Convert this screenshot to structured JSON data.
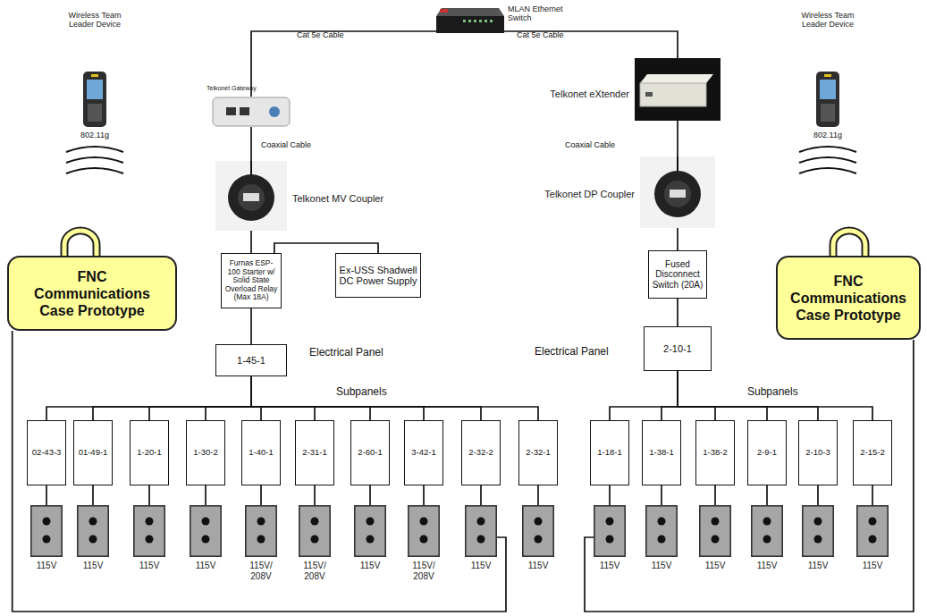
{
  "diagram": {
    "nodes": [
      {
        "text": [
          "MLAN Ethernet Switch"
        ]
      },
      {
        "text": [
          "Wireless Team Leader Device"
        ]
      },
      {
        "text": [
          "Wireless Team Leader Device"
        ]
      },
      {
        "text": [
          "Telkonet Gateway"
        ]
      },
      {
        "text": [
          "Telkonet eXtender"
        ]
      },
      {
        "text": [
          "Telkonet MV Coupler"
        ]
      },
      {
        "text": [
          "Telkonet DP Coupler"
        ]
      },
      {
        "text": [
          "FNC Communications Case Prototype"
        ]
      },
      {
        "text": [
          "Furnas ESP-100 Starter w/ Solid State Overload Relay (Max 18A)"
        ]
      },
      {
        "text": [
          "Ex-USS Shadwell DC Power Supply"
        ]
      },
      {
        "text": [
          "Fused Disconnect Switch (20A)"
        ]
      },
      {
        "text": [
          "FNC Communications Case Prototype"
        ]
      },
      {
        "text": [
          "1-45-1"
        ]
      },
      {
        "text": [
          "2-10-1"
        ]
      },
      {
        "text": [
          "02-43-3"
        ]
      },
      {
        "text": [
          "01-49-1"
        ]
      },
      {
        "text": [
          "1-20-1"
        ]
      },
      {
        "text": [
          "1-30-2"
        ]
      },
      {
        "text": [
          "1-40-1"
        ]
      },
      {
        "text": [
          "2-31-1"
        ]
      },
      {
        "text": [
          "2-60-1"
        ]
      },
      {
        "text": [
          "3-42-1"
        ]
      },
      {
        "text": [
          "2-32-2"
        ]
      },
      {
        "text": [
          "2-32-1"
        ]
      },
      {
        "text": [
          "1-18-1"
        ]
      },
      {
        "text": [
          "1-38-1"
        ]
      },
      {
        "text": [
          "1-38-2"
        ]
      },
      {
        "text": [
          "2-9-1"
        ]
      },
      {
        "text": [
          "2-10-3"
        ]
      },
      {
        "text": [
          "2-15-2"
        ]
      },
      {
        "text": [
          "115V"
        ]
      },
      {
        "text": [
          "115V"
        ]
      },
      {
        "text": [
          "115V"
        ]
      },
      {
        "text": [
          "115V"
        ]
      },
      {
        "text": [
          "115V/ 208V"
        ]
      },
      {
        "text": [
          "115V/ 208V"
        ]
      },
      {
        "text": [
          "115V"
        ]
      },
      {
        "text": [
          "115V/ 208V"
        ]
      },
      {
        "text": [
          "115V"
        ]
      },
      {
        "text": [
          "115V"
        ]
      },
      {
        "text": [
          "115V"
        ]
      },
      {
        "text": [
          "115V"
        ]
      },
      {
        "text": [
          "115V"
        ]
      },
      {
        "text": [
          "115V"
        ]
      },
      {
        "text": [
          "115V"
        ]
      },
      {
        "text": [
          "115V"
        ]
      }
    ],
    "edges": [
      {
        "from": 0,
        "to": 3,
        "arrow": "none",
        "label": "Cat 5e Cable"
      },
      {
        "from": 0,
        "to": 4,
        "arrow": "none",
        "label": "Cat 5e Cable"
      },
      {
        "from": 3,
        "to": 5,
        "arrow": "none",
        "label": "Coaxial Cable"
      },
      {
        "from": 4,
        "to": 6,
        "arrow": "none",
        "label": "Coaxial Cable"
      },
      {
        "from": 5,
        "to": 8,
        "arrow": "none"
      },
      {
        "from": 8,
        "to": 9,
        "arrow": "none"
      },
      {
        "from": 6,
        "to": 10,
        "arrow": "none"
      },
      {
        "from": 8,
        "to": 12,
        "arrow": "none"
      },
      {
        "from": 10,
        "to": 13,
        "arrow": "none"
      },
      {
        "from": 12,
        "to": 14,
        "arrow": "none"
      },
      {
        "from": 12,
        "to": 15,
        "arrow": "none"
      },
      {
        "from": 12,
        "to": 16,
        "arrow": "none"
      },
      {
        "from": 12,
        "to": 17,
        "arrow": "none"
      },
      {
        "from": 12,
        "to": 18,
        "arrow": "none"
      },
      {
        "from": 12,
        "to": 19,
        "arrow": "none"
      },
      {
        "from": 12,
        "to": 20,
        "arrow": "none"
      },
      {
        "from": 12,
        "to": 21,
        "arrow": "none"
      },
      {
        "from": 12,
        "to": 22,
        "arrow": "none"
      },
      {
        "from": 12,
        "to": 23,
        "arrow": "none"
      },
      {
        "from": 13,
        "to": 24,
        "arrow": "none"
      },
      {
        "from": 13,
        "to": 25,
        "arrow": "none"
      },
      {
        "from": 13,
        "to": 26,
        "arrow": "none"
      },
      {
        "from": 13,
        "to": 27,
        "arrow": "none"
      },
      {
        "from": 13,
        "to": 28,
        "arrow": "none"
      },
      {
        "from": 13,
        "to": 29,
        "arrow": "none"
      },
      {
        "from": 14,
        "to": 30,
        "arrow": "none"
      },
      {
        "from": 15,
        "to": 31,
        "arrow": "none"
      },
      {
        "from": 16,
        "to": 32,
        "arrow": "none"
      },
      {
        "from": 17,
        "to": 33,
        "arrow": "none"
      },
      {
        "from": 18,
        "to": 34,
        "arrow": "none"
      },
      {
        "from": 19,
        "to": 35,
        "arrow": "none"
      },
      {
        "from": 20,
        "to": 36,
        "arrow": "none"
      },
      {
        "from": 21,
        "to": 37,
        "arrow": "none"
      },
      {
        "from": 22,
        "to": 38,
        "arrow": "none"
      },
      {
        "from": 23,
        "to": 39,
        "arrow": "none"
      },
      {
        "from": 24,
        "to": 40,
        "arrow": "none"
      },
      {
        "from": 25,
        "to": 41,
        "arrow": "none"
      },
      {
        "from": 26,
        "to": 42,
        "arrow": "none"
      },
      {
        "from": 27,
        "to": 43,
        "arrow": "none"
      },
      {
        "from": 28,
        "to": 44,
        "arrow": "none"
      },
      {
        "from": 29,
        "to": 45,
        "arrow": "none"
      },
      {
        "from": 7,
        "to": 38,
        "arrow": "none"
      },
      {
        "from": 11,
        "to": 40,
        "arrow": "none"
      }
    ],
    "labels": [
      "802.11g",
      "802.11g",
      "Electrical Panel",
      "Electrical Panel",
      "Subpanels",
      "Subpanels"
    ]
  }
}
